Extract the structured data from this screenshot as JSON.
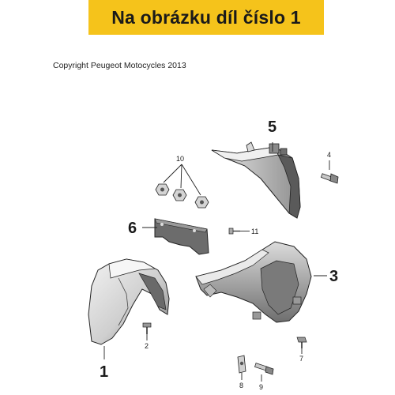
{
  "banner": {
    "text": "Na obrázku díl číslo 1",
    "background": "#f5c31b"
  },
  "copyright": "Copyright Peugeot Motocycles 2013",
  "callouts": {
    "c1": "1",
    "c2": "2",
    "c3": "3",
    "c4": "4",
    "c5": "5",
    "c6": "6",
    "c7": "7",
    "c8": "8",
    "c9": "9",
    "c10": "10",
    "c11": "11"
  },
  "parts": [
    {
      "number": "1",
      "part": "front-mudguard"
    },
    {
      "number": "2",
      "part": "screw"
    },
    {
      "number": "3",
      "part": "inner-rear-cover"
    },
    {
      "number": "4",
      "part": "bolt"
    },
    {
      "number": "5",
      "part": "side-cover"
    },
    {
      "number": "6",
      "part": "plate"
    },
    {
      "number": "7",
      "part": "bolt"
    },
    {
      "number": "8",
      "part": "clip-nut"
    },
    {
      "number": "9",
      "part": "bolt"
    },
    {
      "number": "10",
      "part": "nuts"
    },
    {
      "number": "11",
      "part": "rivet"
    }
  ]
}
